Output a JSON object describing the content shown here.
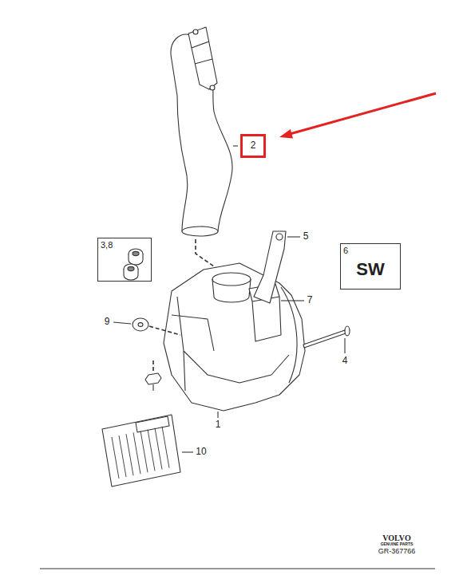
{
  "diagram": {
    "nodes": [
      {
        "text": [
          "2"
        ]
      },
      {
        "text": [
          "3,8"
        ]
      },
      {
        "text": [
          "6",
          "SW"
        ]
      }
    ],
    "labels": [
      "5",
      "7",
      "9",
      "4",
      "1",
      "10",
      "VOLVO",
      "GENUINE PARTS",
      "GR-367766"
    ]
  }
}
